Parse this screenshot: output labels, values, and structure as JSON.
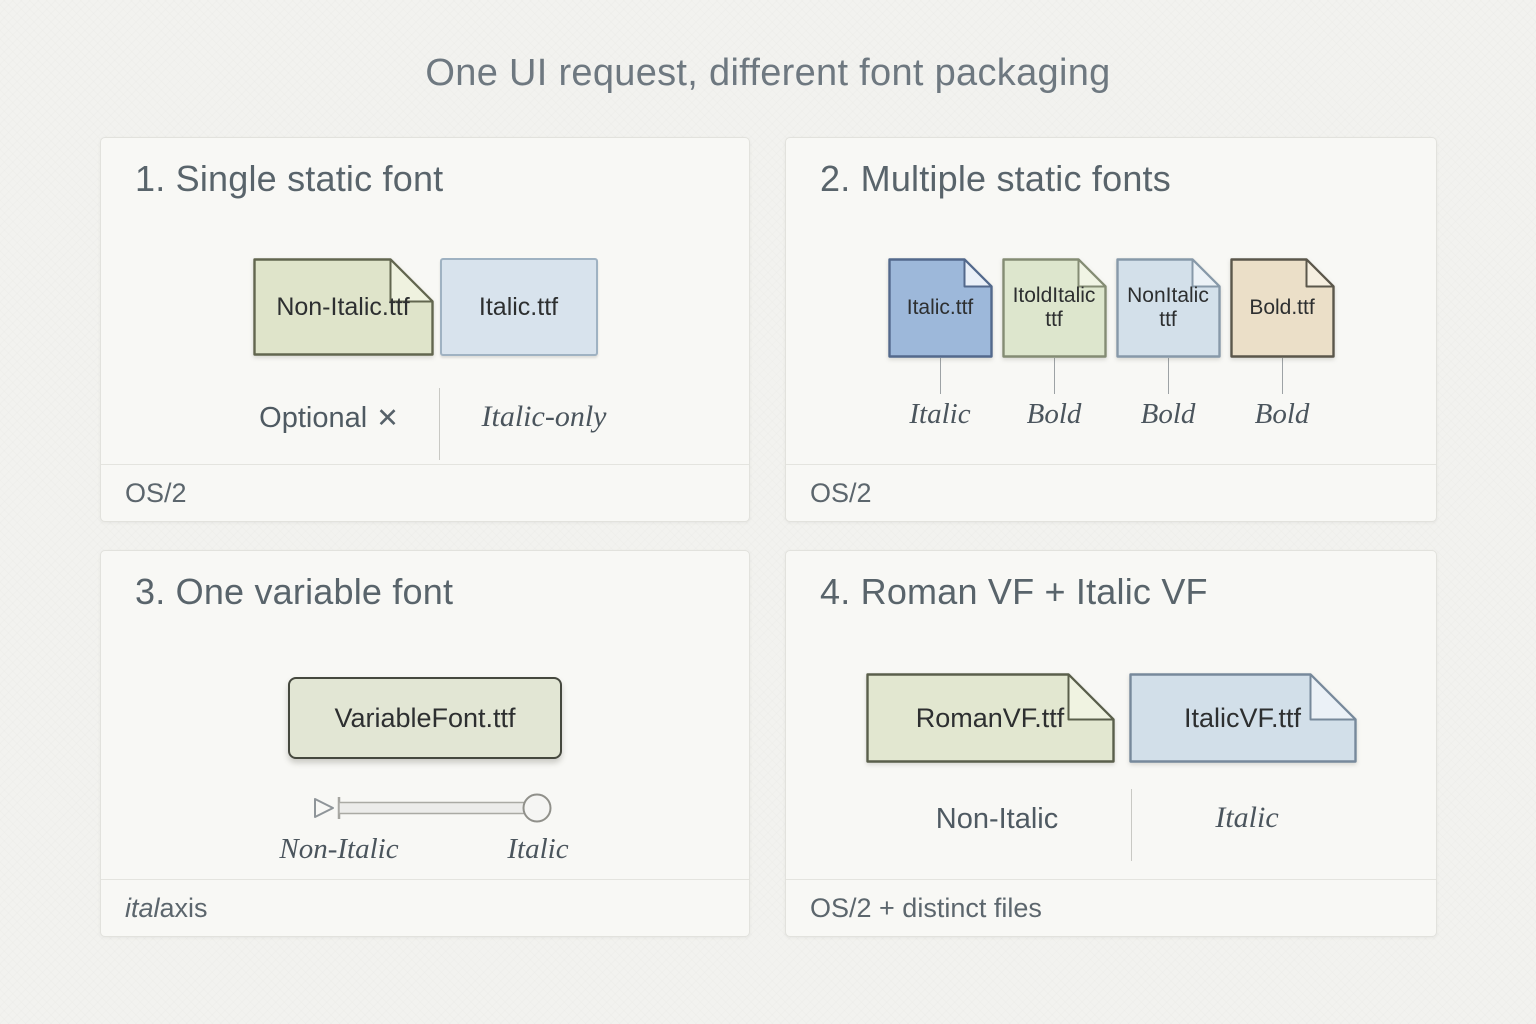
{
  "title": "One UI request, different font packaging",
  "panels": [
    {
      "heading": "1. Single static font",
      "files": [
        {
          "name": "Non-Italic.ttf",
          "fill": "#dfe4ca",
          "stroke": "#62664f",
          "fold_fill": "#eff2df"
        },
        {
          "name": "Italic.ttf",
          "fill": "#d8e3ed",
          "stroke": "#9fb2c2"
        }
      ],
      "caption_left": "Optional",
      "caption_left_icon": "✕",
      "caption_right": "Italic-only",
      "footer": "OS/2"
    },
    {
      "heading": "2. Multiple static fonts",
      "files": [
        {
          "name": "Italic.ttf",
          "label": "Italic",
          "fill": "#9db8da",
          "stroke": "#53698c",
          "fold_fill": "#eaf0f8"
        },
        {
          "name": "ItoldItalic ttf",
          "label": "Bold",
          "fill": "#dde6cd",
          "stroke": "#848c74",
          "fold_fill": "#f0f4e4"
        },
        {
          "name": "NonItalic ttf",
          "label": "Bold",
          "fill": "#d3e0ea",
          "stroke": "#8799a9",
          "fold_fill": "#ecf2f7"
        },
        {
          "name": "Bold.ttf",
          "label": "Bold",
          "fill": "#ebdfc8",
          "stroke": "#5b574b",
          "fold_fill": "#f6efe0"
        }
      ],
      "footer": "OS/2"
    },
    {
      "heading": "3. One variable font",
      "file": {
        "name": "VariableFont.ttf",
        "fill": "#e2e6d4",
        "stroke": "#45483e"
      },
      "slider": {
        "left_label": "Non-Italic",
        "right_label": "Italic"
      },
      "footer_italic": "ital",
      "footer_rest": " axis"
    },
    {
      "heading": "4. Roman VF + Italic VF",
      "files": [
        {
          "name": "RomanVF.ttf",
          "fill": "#e2e7d0",
          "stroke": "#5a5f4b",
          "fold_fill": "#f0f3e1"
        },
        {
          "name": "ItalicVF.ttf",
          "fill": "#d2dfe9",
          "stroke": "#77899b",
          "fold_fill": "#ebf1f7"
        }
      ],
      "caption_left": "Non-Italic",
      "caption_right": "Italic",
      "footer": "OS/2 + distinct files"
    }
  ]
}
